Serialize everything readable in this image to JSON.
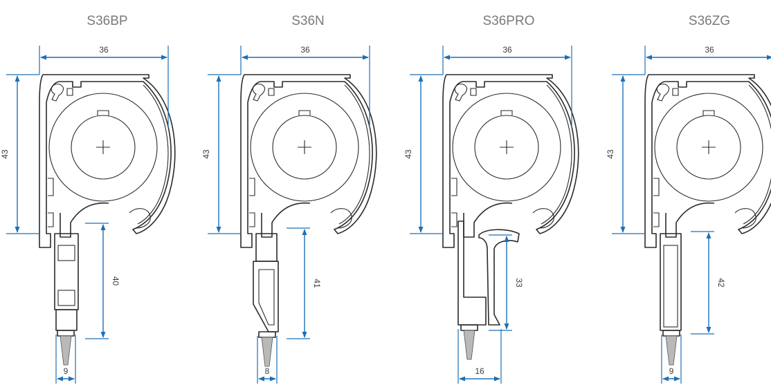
{
  "profiles": [
    {
      "name": "S36BP",
      "width_label": "36",
      "height_label": "43",
      "rail_label": "40",
      "bottom_label": "9"
    },
    {
      "name": "S36N",
      "width_label": "36",
      "height_label": "43",
      "rail_label": "41",
      "bottom_label": "8"
    },
    {
      "name": "S36PRO",
      "width_label": "36",
      "height_label": "43",
      "rail_label": "33",
      "bottom_label": "16"
    },
    {
      "name": "S36ZG",
      "width_label": "36",
      "height_label": "43",
      "rail_label": "42",
      "bottom_label": "9"
    }
  ],
  "colors": {
    "dimension": "#1c6fb6",
    "outline": "#2a2a2a",
    "title": "#7a7a7a"
  }
}
